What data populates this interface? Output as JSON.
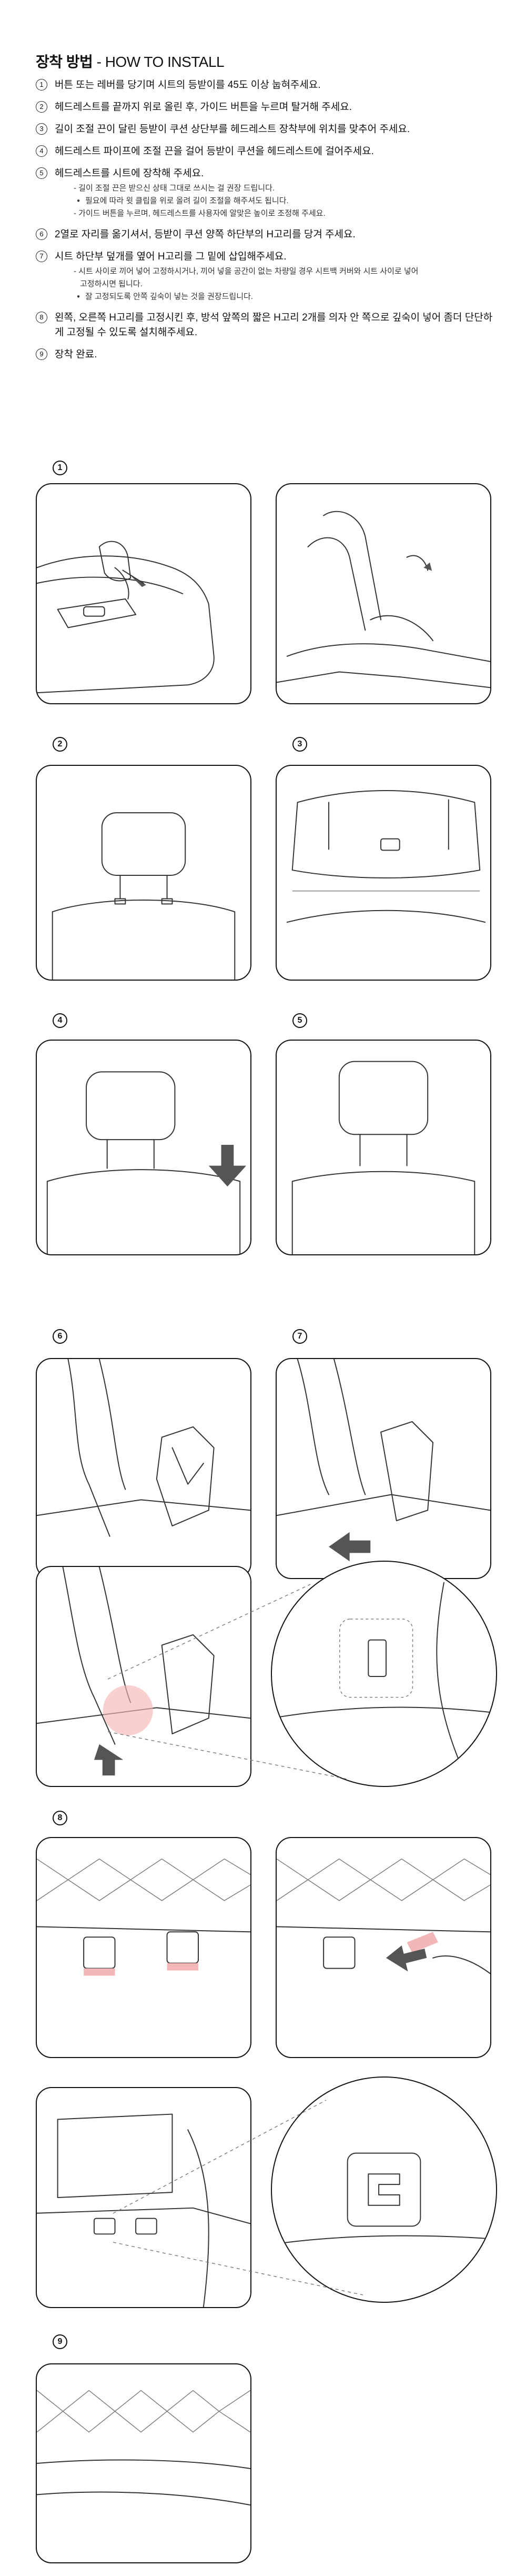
{
  "header": {
    "title_bold": "장착 방법",
    "title_rest": " - HOW TO INSTALL"
  },
  "steps": [
    {
      "num": "1",
      "text": "버튼 또는 레버를 당기며 시트의 등받이를 45도 이상 눕혀주세요.",
      "subs": []
    },
    {
      "num": "2",
      "text": "헤드레스트를 끝까지 위로 올린 후, 가이드 버튼을 누르며 탈거해 주세요.",
      "subs": []
    },
    {
      "num": "3",
      "text": "길이 조절 끈이 달린 등받이 쿠션 상단부를 헤드레스트 장착부에  위치를 맞추어 주세요.",
      "subs": []
    },
    {
      "num": "4",
      "text": "헤드레스트 파이프에 조절 끈을 걸어 등받이 쿠션을 헤드레스트에 걸어주세요.",
      "subs": []
    },
    {
      "num": "5",
      "text": "헤드레스트를 시트에 장착해 주세요.",
      "subs": [
        {
          "type": "dash",
          "text": "- 길이 조절 끈은 받으신 상태 그대로 쓰시는 걸 권장 드립니다."
        },
        {
          "type": "star",
          "text": "필요에 따라 윗 클립을 위로 올려 길이 조절을 해주셔도 됩니다."
        },
        {
          "type": "dash",
          "text": "- 가이드 버튼을 누르며, 헤드레스트를 사용자에 알맞은 높이로 조정해 주세요."
        }
      ]
    },
    {
      "num": "6",
      "text": "2열로 자리를 옮기셔서, 등받이 쿠션 양쪽 하단부의 H고리를 당겨 주세요.",
      "subs": []
    },
    {
      "num": "7",
      "text": "시트 하단부 덮개를 옆어 H고리를 그 밑에 삽입해주세요.",
      "subs": [
        {
          "type": "dash",
          "text": "- 시트 사이로 끼어 넣어 고정하시거나, 끼어 넣을 공간이 없는 차량일 경우 시트백 커버와 시트 사이로 넣어"
        },
        {
          "type": "cont",
          "text": "고정하시면 됩니다."
        },
        {
          "type": "star",
          "text": "잘 고정되도록 안쪽 깊숙이 넣는 것을 권장드립니다."
        }
      ]
    },
    {
      "num": "8",
      "text": "왼쪽, 오른쪽 H고리를 고정시킨 후, 방석 앞쪽의 짧은 H고리 2개를 의자 안 쪽으로 깊숙이 넣어 좀더 단단하게 고정될 수 있도록 설치해주세요.",
      "subs": []
    },
    {
      "num": "9",
      "text": "장착 완료.",
      "subs": []
    }
  ],
  "figures": {
    "b1": "1",
    "b2": "2",
    "b3": "3",
    "b4": "4",
    "b5": "5",
    "b6": "6",
    "b7": "7",
    "b8": "8",
    "b9": "9"
  },
  "colors": {
    "line": "#333333",
    "arrow": "#555555",
    "highlight": "#f4b7b7",
    "border": "#111111"
  }
}
